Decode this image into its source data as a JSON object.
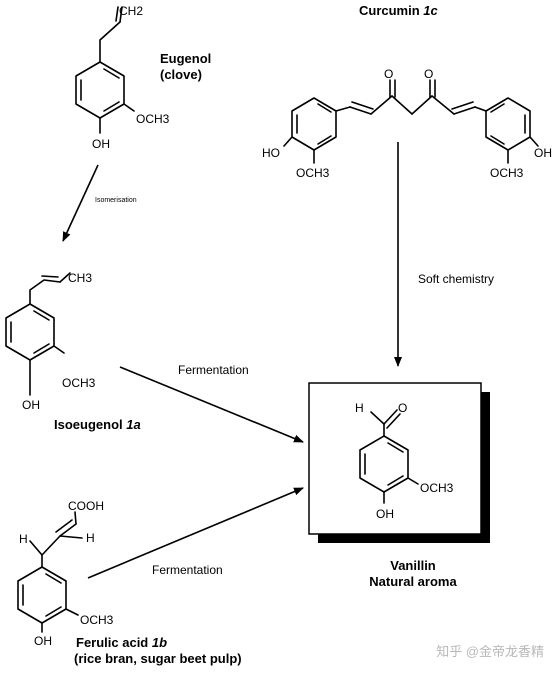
{
  "compounds": {
    "eugenol": {
      "name": "Eugenol",
      "source": "(clove)"
    },
    "isoeugenol": {
      "name": "Isoeugenol",
      "ref": "1a"
    },
    "ferulic": {
      "name": "Ferulic acid",
      "ref": "1b",
      "source": "(rice bran, sugar beet pulp)"
    },
    "curcumin": {
      "name": "Curcumin",
      "ref": "1c"
    },
    "vanillin": {
      "name": "Vanillin",
      "subtitle": "Natural aroma"
    }
  },
  "groups": {
    "oh": "OH",
    "ho": "HO",
    "och3": "OCH3",
    "ch3": "CH3",
    "ch2": "CH2",
    "cooh": "COOH",
    "h": "H",
    "o": "O"
  },
  "arrows": {
    "isomerisation": "Isomerisation",
    "soft_chemistry": "Soft chemistry",
    "fermentation_1": "Fermentation",
    "fermentation_2": "Fermentation"
  },
  "watermark": "知乎 @金帝龙香精"
}
